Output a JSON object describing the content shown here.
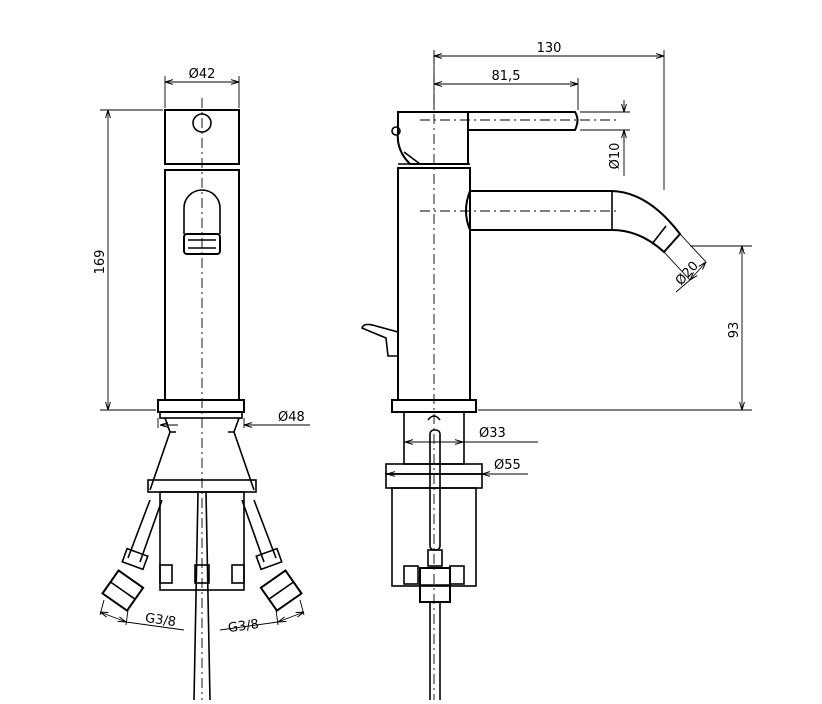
{
  "front_view": {
    "dim_top_diameter": "Ø42",
    "dim_height": "169",
    "dim_base_diameter": "Ø48",
    "dim_thread_left": "G3/8",
    "dim_thread_right": "G3/8"
  },
  "side_view": {
    "dim_total_length": "130",
    "dim_lever_length": "81,5",
    "dim_lever_diameter": "Ø10",
    "dim_spout_diameter": "Ø20",
    "dim_spout_height": "93",
    "dim_shank_diameter": "Ø33",
    "dim_nut_diameter": "Ø55"
  }
}
